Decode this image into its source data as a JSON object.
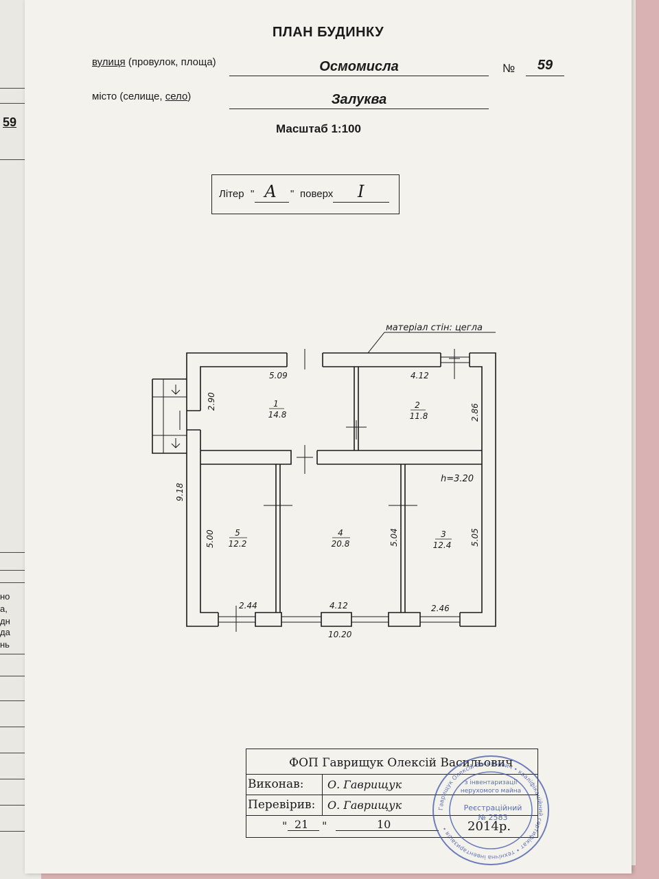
{
  "header": {
    "title": "ПЛАН БУДИНКУ",
    "street_label_pre": "вулиця",
    "street_label_post": " (провулок, площа)",
    "street_value": "Осмомисла",
    "number_label": "№",
    "number_value": "59",
    "city_label_pre": "місто (селище, ",
    "city_label_link": "село",
    "city_label_post": ")",
    "city_value": "Залуква",
    "scale": "Масштаб 1:100"
  },
  "liter_box": {
    "liter_label": "Літер",
    "quote_open": "\"",
    "quote_close": "\"",
    "liter_value": "А",
    "floor_label": "поверх",
    "floor_value": "І"
  },
  "plan": {
    "wall_material": "матеріал стін: цегла",
    "ceiling_height": "h=3.20",
    "dims": {
      "top_left": "5.09",
      "top_right": "4.12",
      "left_upper": "2.90",
      "right_upper": "2.86",
      "outer_left": "9.18",
      "room5_height": "5.00",
      "room4_right": "5.04",
      "room3_height": "5.05",
      "bottom_left": "2.44",
      "bottom_mid": "4.12",
      "bottom_right": "2.46",
      "total_width": "10.20"
    },
    "rooms": [
      {
        "number": "1",
        "area": "14.8"
      },
      {
        "number": "2",
        "area": "11.8"
      },
      {
        "number": "3",
        "area": "12.4"
      },
      {
        "number": "4",
        "area": "20.8"
      },
      {
        "number": "5",
        "area": "12.2"
      }
    ]
  },
  "stamp": {
    "company": "ФОП Гаврищук Олексій Васильович",
    "executed_label": "Виконав:",
    "executed_value": "О. Гаврищук",
    "checked_label": "Перевірив:",
    "checked_value": "О. Гаврищук",
    "date_day": "21",
    "date_month": "10",
    "date_year": "2014р.",
    "quote": "\""
  },
  "seal": {
    "center_line1": "з інвентаризації",
    "center_line2": "нерухомого майна",
    "reg_label": "Реєстраційний",
    "reg_number": "№ 2583",
    "ring_text": "Гаврищук Олексій Васильович • кваліфікаційний сертифікат • технічна інвентаризація •"
  },
  "left_page": {
    "number": "59",
    "fragments": [
      "но",
      "а,",
      "дн",
      "да",
      "нь"
    ]
  }
}
